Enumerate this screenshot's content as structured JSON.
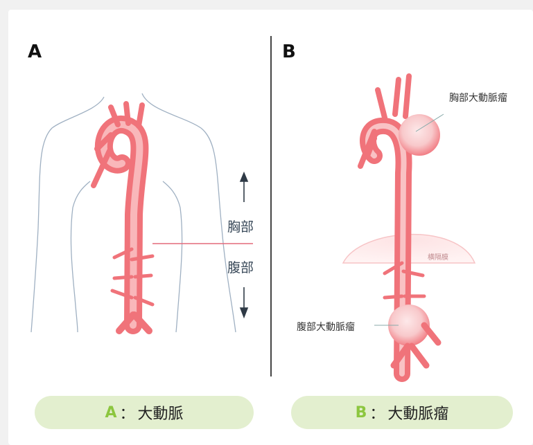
{
  "panels": [
    {
      "letter": "A"
    },
    {
      "letter": "B"
    }
  ],
  "regions": {
    "chest": "胸部",
    "abdomen": "腹部"
  },
  "labels": {
    "thoracic_aneurysm": "胸部大動脈瘤",
    "diaphragm": "横隔膜",
    "abdominal_aneurysm": "腹部大動脈瘤"
  },
  "captions": [
    {
      "key": "A",
      "separator": "：",
      "text": "大動脈"
    },
    {
      "key": "B",
      "separator": "：",
      "text": "大動脈瘤"
    }
  ],
  "colors": {
    "aorta": "#f0737a",
    "aorta_light": "#f9b7ba",
    "body_outline": "#9fb0c2",
    "divider_line": "#e46a7a",
    "caption_key": "#8cc63f",
    "caption_bg": "#e3efcf"
  }
}
